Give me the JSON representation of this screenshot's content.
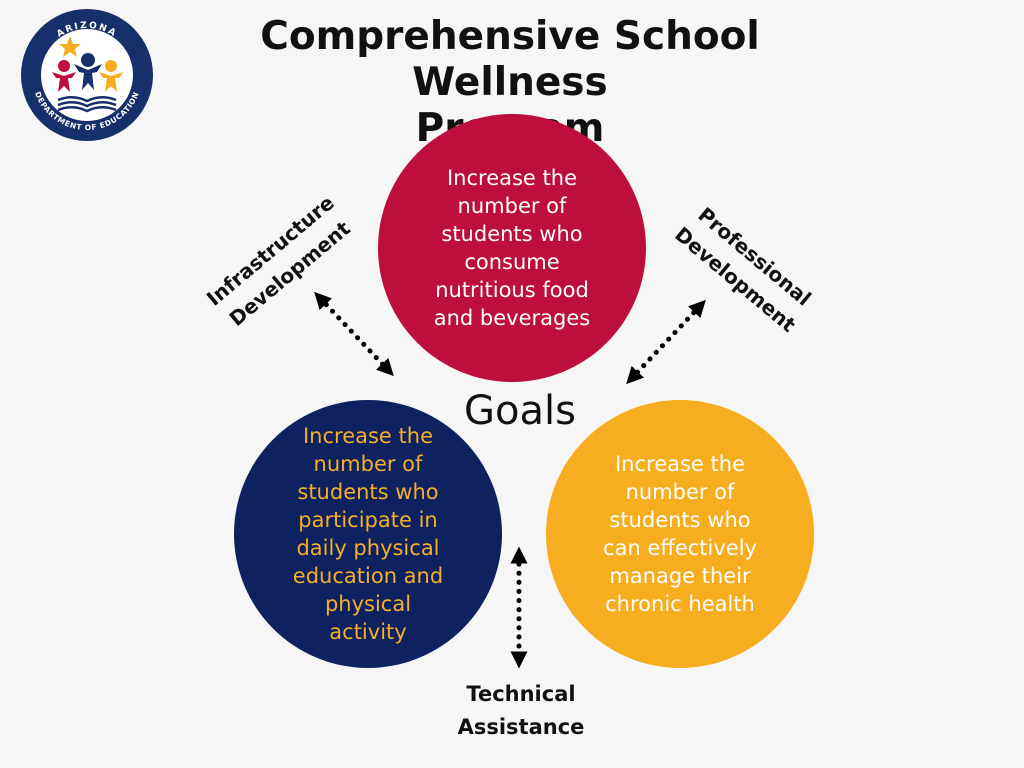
{
  "title": {
    "line1": "Comprehensive School Wellness",
    "line2": "Program"
  },
  "logo": {
    "top_text": "ARIZONA",
    "bottom_text": "DEPARTMENT OF EDUCATION",
    "icon": "arizona-department-of-education-logo"
  },
  "center_label": "Goals",
  "goals": [
    {
      "lines": [
        "Increase the",
        "number of",
        "students who",
        "consume",
        "nutritious food",
        "and beverages"
      ],
      "color": "#bd0e3e",
      "text_color": "#ffffff"
    },
    {
      "lines": [
        "Increase the",
        "number of",
        "students who",
        "participate in",
        "daily physical",
        "education and",
        "physical",
        "activity"
      ],
      "color": "#0f2260",
      "text_color": "#f5ae28"
    },
    {
      "lines": [
        "Increase the",
        "number of",
        "students who",
        "can effectively",
        "manage their",
        "chronic health"
      ],
      "color": "#f6ad1f",
      "text_color": "#ffffff"
    }
  ],
  "supports": {
    "infrastructure": [
      "Infrastructure",
      "Development"
    ],
    "professional": [
      "Professional",
      "Development"
    ],
    "technical": [
      "Technical",
      "Assistance"
    ]
  }
}
